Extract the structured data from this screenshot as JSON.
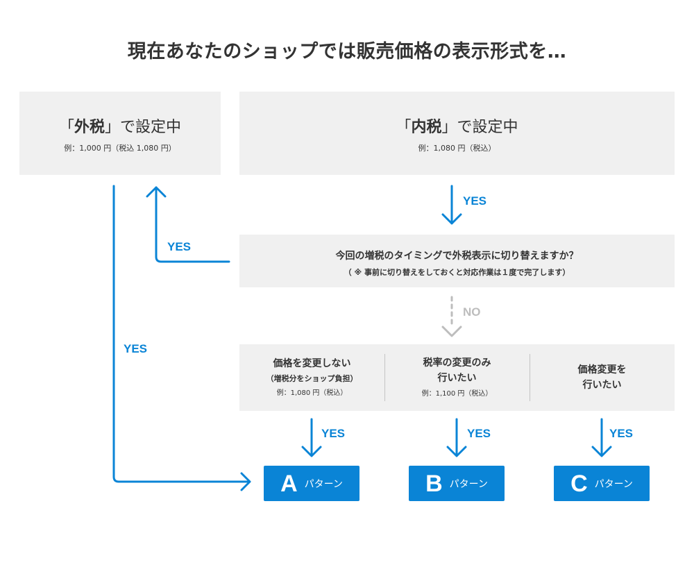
{
  "title": "現在あなたのショップでは販売価格の表示形式を…",
  "outer_tax": {
    "open": "「",
    "keyword": "外税",
    "close": "」",
    "suffix": "で設定中",
    "example": "例：1,000 円（税込 1,080 円）"
  },
  "inner_tax": {
    "open": "「",
    "keyword": "内税",
    "close": "」",
    "suffix": "で設定中",
    "example": "例：1,080 円（税込）"
  },
  "question": {
    "main": "今回の増税のタイミングで外税表示に切り替えますか？",
    "note": "（ ※ 事前に切り替えをしておくと対応作業は１度で完了します）"
  },
  "options": [
    {
      "title": "価格を変更しない",
      "sub": "（増税分をショップ負担）",
      "example": "例：1,080 円（税込）"
    },
    {
      "title_l1": "税率の変更のみ",
      "title_l2": "行いたい",
      "example": "例：1,100 円（税込）"
    },
    {
      "title_l1": "価格変更を",
      "title_l2": "行いたい"
    }
  ],
  "patterns": [
    {
      "letter": "A",
      "label": "パターン"
    },
    {
      "letter": "B",
      "label": "パターン"
    },
    {
      "letter": "C",
      "label": "パターン"
    }
  ],
  "labels": {
    "yes": "YES",
    "no": "NO"
  },
  "colors": {
    "accent": "#0a84d6",
    "box_bg": "#f0f0f0",
    "no_path": "#bdbdbd",
    "text": "#333333"
  }
}
